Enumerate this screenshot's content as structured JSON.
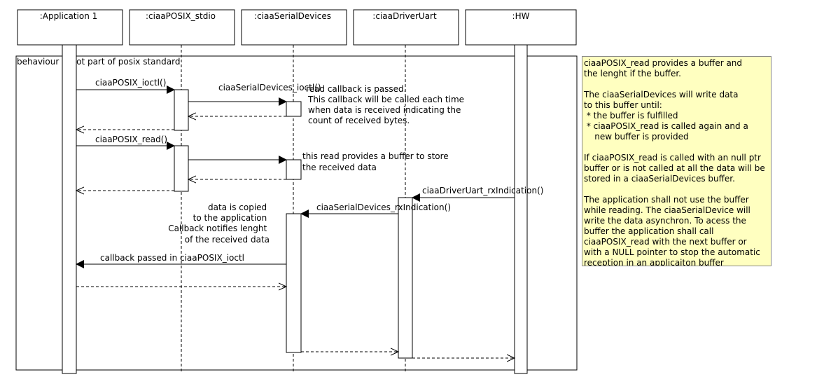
{
  "lifelines": [
    ":Application 1",
    ":ciaaPOSIX_stdio",
    ":ciaaSerialDevices",
    ":ciaaDriverUart",
    ":HW"
  ],
  "frame_label": "behaviour is not part of posix standard",
  "messages": {
    "ioctl_call": "ciaaPOSIX_ioctl()",
    "devices_ioctl_call": "ciaaSerialDevices_ioctl()",
    "read_call": "ciaaPOSIX_read()",
    "uart_rx_indication": "ciaaDriverUart_rxIndication()",
    "devices_rx_indication": "ciaaSerialDevices_rxIndication()",
    "callback_passed": "callback passed in ciaaPOSIX_ioctl"
  },
  "comments": {
    "ioctl_comment": [
      "read callback is passed.",
      "This callback will be called each time",
      "when data is received indicating the",
      "count of received bytes."
    ],
    "read_comment": [
      "this read provides a buffer to store",
      "the received data"
    ],
    "copy_comment": [
      "data is copied",
      "to the application",
      "Callback notifies lenght",
      "of the received data"
    ]
  },
  "note": "ciaaPOSIX_read provides a buffer and\nthe lenght if the buffer.\n\nThe ciaaSerialDevices will write data\nto this buffer until:\n * the buffer is fulfilled\n * ciaaPOSIX_read is called again and a\n    new buffer is provided\n\nIf ciaaPOSIX_read is called with an null ptr\nbuffer or is not called at all the data will be\nstored in a ciaaSerialDevices buffer.\n\nThe application shall not use the buffer\nwhile reading. The ciaaSerialDevice will\nwrite the data asynchron. To acess the\nbuffer the application shall call\nciaaPOSIX_read with the next buffer or\nwith a NULL pointer to stop the automatic\nreception in an applicaiton buffer"
}
